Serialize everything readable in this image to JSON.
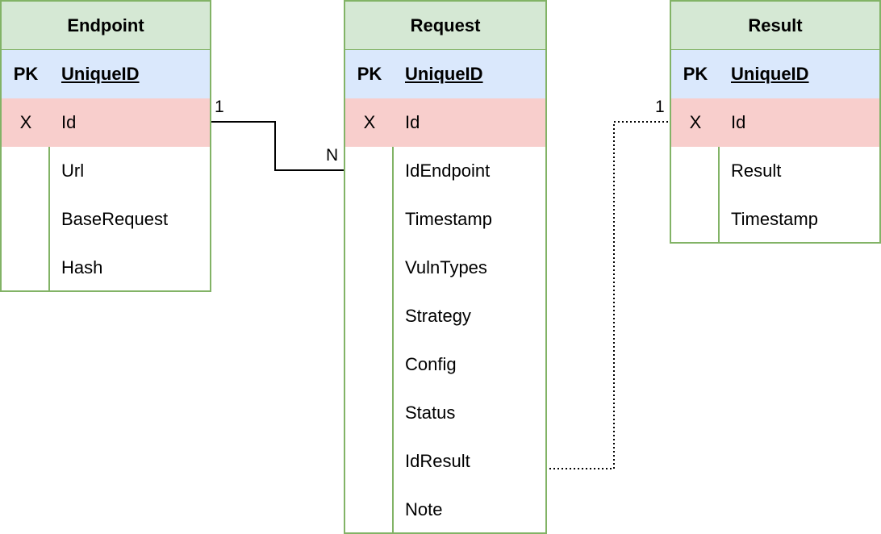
{
  "entities": [
    {
      "title": "Endpoint",
      "pk": {
        "key": "PK",
        "field": "UniqueID"
      },
      "id": {
        "key": "X",
        "field": "Id"
      },
      "fields": [
        "Url",
        "BaseRequest",
        "Hash"
      ]
    },
    {
      "title": "Request",
      "pk": {
        "key": "PK",
        "field": "UniqueID"
      },
      "id": {
        "key": "X",
        "field": "Id"
      },
      "fields": [
        "IdEndpoint",
        "Timestamp",
        "VulnTypes",
        "Strategy",
        "Config",
        "Status",
        "IdResult",
        "Note"
      ]
    },
    {
      "title": "Result",
      "pk": {
        "key": "PK",
        "field": "UniqueID"
      },
      "id": {
        "key": "X",
        "field": "Id"
      },
      "fields": [
        "Result",
        "Timestamp"
      ]
    }
  ],
  "relations": [
    {
      "from_label": "1",
      "to_label": "N"
    },
    {
      "label": "1"
    }
  ],
  "colors": {
    "border": "#82b366",
    "header": "#d5e8d4",
    "pk_row": "#dae8fc",
    "id_row": "#f8cecc"
  }
}
